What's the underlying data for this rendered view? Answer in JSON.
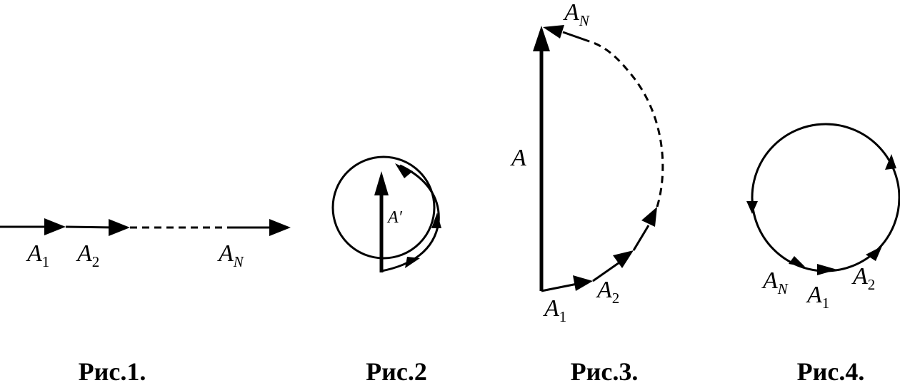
{
  "figures": [
    {
      "caption": "Рис.1.",
      "labels": [
        {
          "main": "A",
          "sub": "1"
        },
        {
          "main": "A",
          "sub": "2"
        },
        {
          "main": "A",
          "sub": "N"
        }
      ]
    },
    {
      "caption": "Рис.2",
      "labels": [
        {
          "main": "A′",
          "sub": ""
        }
      ]
    },
    {
      "caption": "Рис.3.",
      "labels": [
        {
          "main": "A",
          "sub": "N"
        },
        {
          "main": "A",
          "sub": ""
        },
        {
          "main": "A",
          "sub": "1"
        },
        {
          "main": "A",
          "sub": "2"
        }
      ]
    },
    {
      "caption": "Рис.4.",
      "labels": [
        {
          "main": "A",
          "sub": "N"
        },
        {
          "main": "A",
          "sub": "1"
        },
        {
          "main": "A",
          "sub": "2"
        }
      ]
    }
  ]
}
